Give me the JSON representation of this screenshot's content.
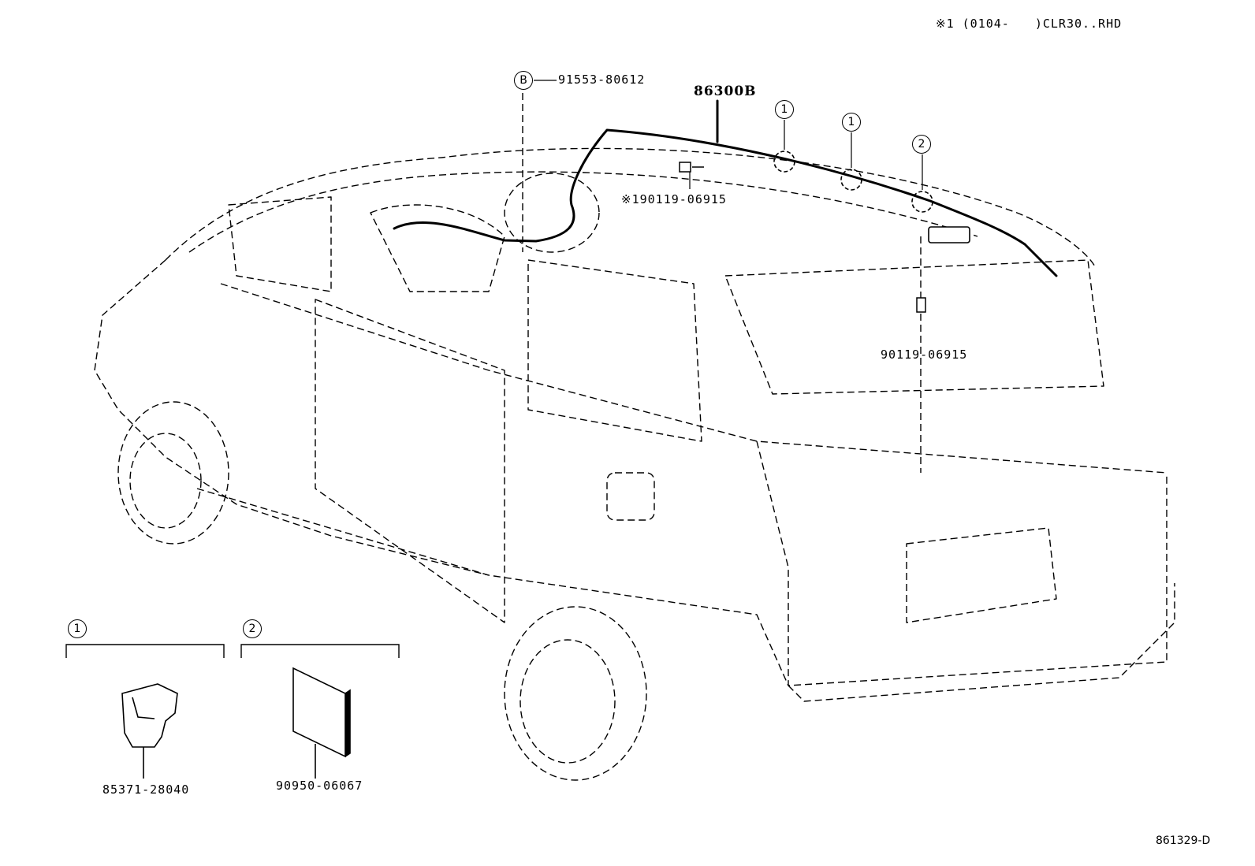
{
  "header_note": "※1 (0104-　　)CLR30..RHD",
  "footer_code": "861329-D",
  "parts": {
    "bolt_b": "91553-80612",
    "bolt_b_marker": "B",
    "antenna": "86300B",
    "bolt_note1": "※190119-06915",
    "bolt_right": "90119-06915",
    "clamp": "85371-28040",
    "pad": "90950-06067"
  },
  "callouts": {
    "one": "1",
    "two": "2"
  }
}
